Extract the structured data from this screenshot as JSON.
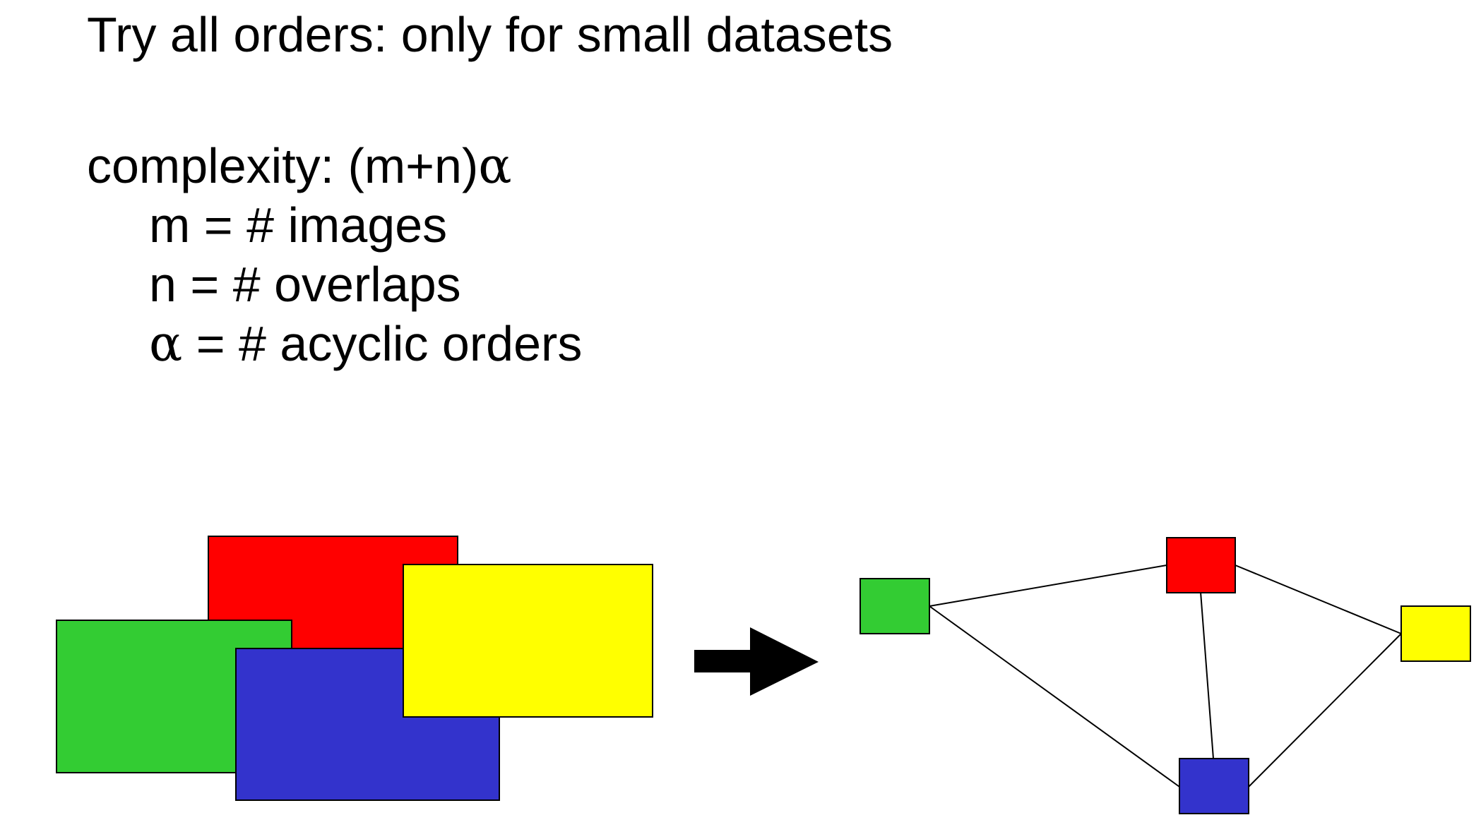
{
  "heading": "Try all orders:  only for small datasets",
  "complexity": {
    "label": "complexity:  (m+n)",
    "alpha": "α",
    "definitions": [
      {
        "symbol": "m",
        "text": " = # images"
      },
      {
        "symbol": "n",
        "text": " = # overlaps"
      },
      {
        "symbol": "α",
        "text": " = # acyclic orders"
      }
    ]
  },
  "colors": {
    "red": "#ff0000",
    "yellow": "#ffff00",
    "green": "#33cc33",
    "blue": "#3333cc",
    "outline": "#000000",
    "arrow": "#000000"
  },
  "image_set": [
    "green",
    "red",
    "blue",
    "yellow"
  ],
  "graph": {
    "nodes": [
      "green",
      "red",
      "yellow",
      "blue"
    ],
    "edges": [
      [
        "green",
        "red"
      ],
      [
        "green",
        "blue"
      ],
      [
        "red",
        "blue"
      ],
      [
        "red",
        "yellow"
      ],
      [
        "yellow",
        "blue"
      ]
    ]
  }
}
